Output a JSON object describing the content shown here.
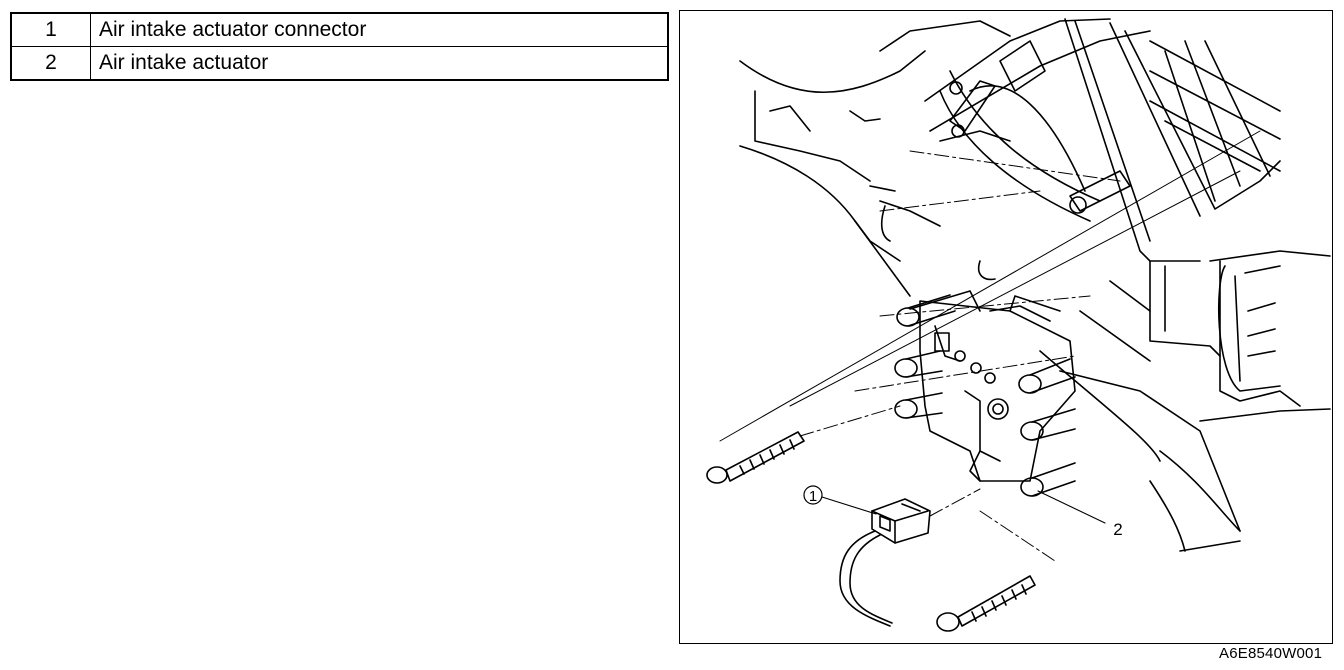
{
  "legend": [
    {
      "number": "1",
      "label": "Air intake actuator connector"
    },
    {
      "number": "2",
      "label": "Air intake actuator"
    }
  ],
  "figure": {
    "callouts": [
      "1",
      "2"
    ],
    "figure_id": "A6E8540W001"
  }
}
